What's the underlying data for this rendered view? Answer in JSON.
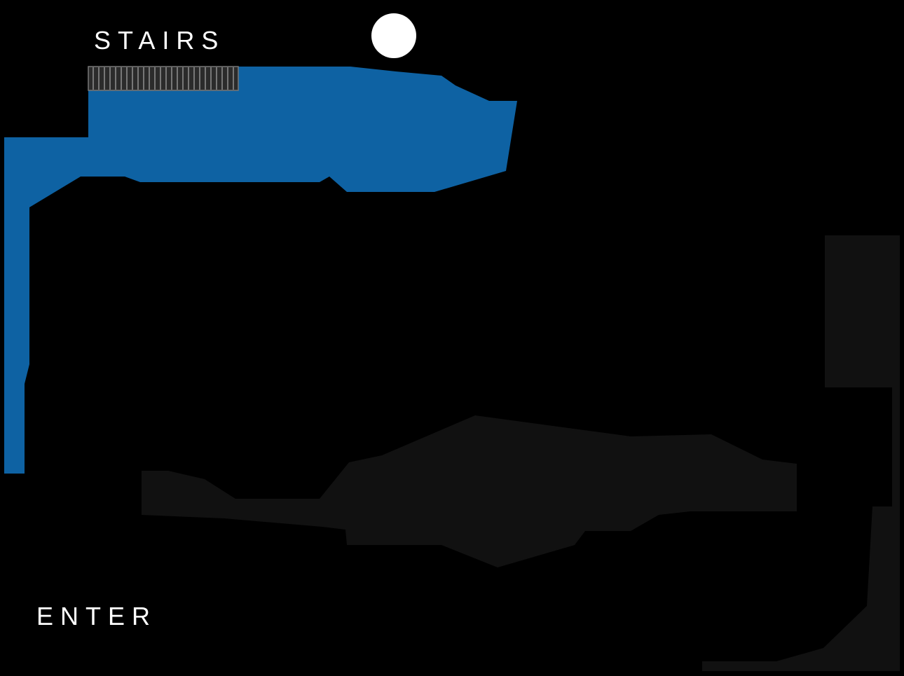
{
  "labels": {
    "stairs": "STAIRS",
    "enter": "ENTER"
  },
  "colors": {
    "background": "#000000",
    "lit_area": "#0e62a3",
    "dark_area": "#111111",
    "stairs_fill": "#2b2b2b",
    "stairs_steps": "#777777",
    "player_marker": "#ffffff"
  },
  "map": {
    "player_marker_icon": "white-circle",
    "stairs_icon": "striped-bar"
  }
}
